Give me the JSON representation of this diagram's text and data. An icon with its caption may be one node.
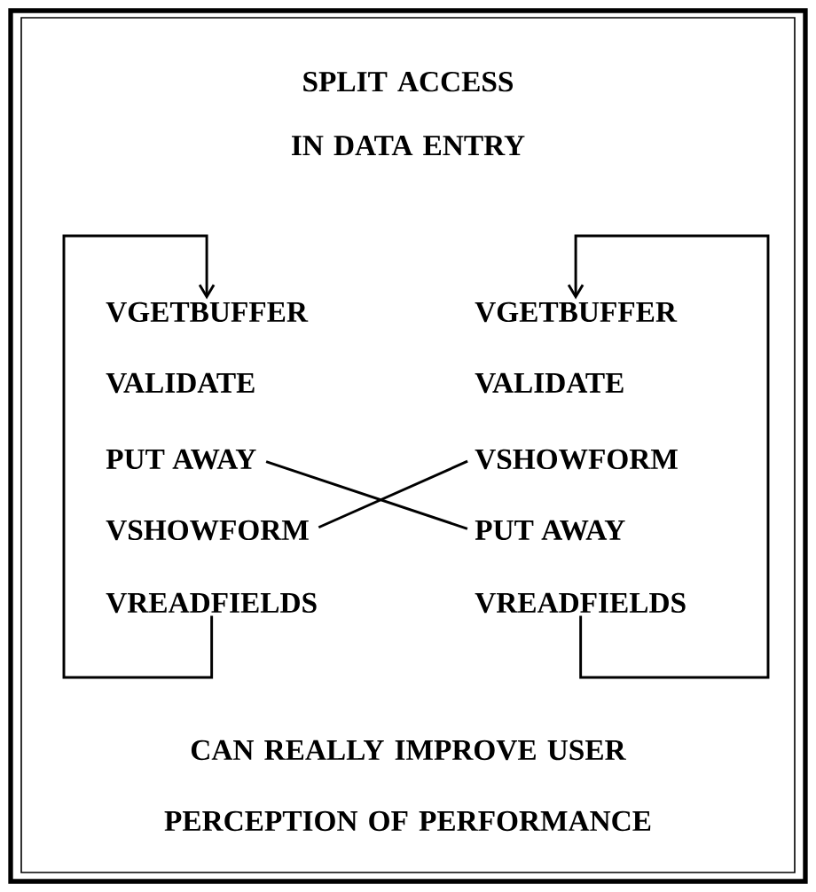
{
  "diagram": {
    "title": "SPLIT ACCESS IN DATA ENTRY",
    "caption": "CAN REALLY IMPROVE USER PERCEPTION OF PERFORMANCE",
    "nodes": [
      {
        "text": [
          "VGETBUFFER"
        ]
      },
      {
        "text": [
          "VALIDATE"
        ]
      },
      {
        "text": [
          "PUT AWAY"
        ]
      },
      {
        "text": [
          "VSHOWFORM"
        ]
      },
      {
        "text": [
          "VREADFIELDS"
        ]
      },
      {
        "text": [
          "VGETBUFFER"
        ]
      },
      {
        "text": [
          "VALIDATE"
        ]
      },
      {
        "text": [
          "VSHOWFORM"
        ]
      },
      {
        "text": [
          "PUT AWAY"
        ]
      },
      {
        "text": [
          "VREADFIELDS"
        ]
      }
    ],
    "edges": [
      {
        "from": 4,
        "to": 0,
        "arrow": "to"
      },
      {
        "from": 9,
        "to": 5,
        "arrow": "to"
      },
      {
        "from": 2,
        "to": 8,
        "arrow": "none"
      },
      {
        "from": 3,
        "to": 7,
        "arrow": "none"
      }
    ]
  }
}
